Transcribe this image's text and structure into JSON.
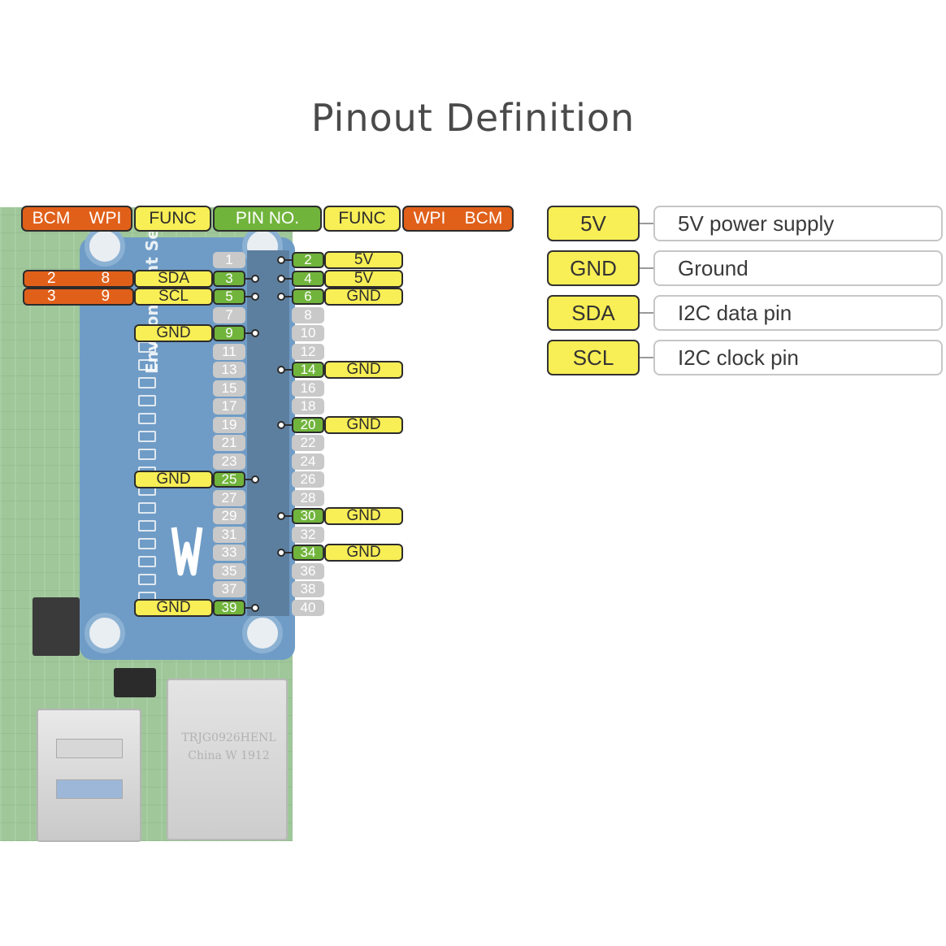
{
  "title": "Pinout Definition",
  "header": {
    "left_bcm": "BCM",
    "left_wpi": "WPI",
    "left_func": "FUNC",
    "pin_no": "PIN NO.",
    "right_func": "FUNC",
    "right_wpi": "WPI",
    "right_bcm": "BCM"
  },
  "pins": {
    "odd": [
      "1",
      "3",
      "5",
      "7",
      "9",
      "11",
      "13",
      "15",
      "17",
      "19",
      "21",
      "23",
      "25",
      "27",
      "29",
      "31",
      "33",
      "35",
      "37",
      "39"
    ],
    "even": [
      "2",
      "4",
      "6",
      "8",
      "10",
      "12",
      "14",
      "16",
      "18",
      "20",
      "22",
      "24",
      "26",
      "28",
      "30",
      "32",
      "34",
      "36",
      "38",
      "40"
    ]
  },
  "active_pins": [
    "2",
    "3",
    "4",
    "5",
    "6",
    "9",
    "14",
    "20",
    "25",
    "30",
    "34",
    "39"
  ],
  "left_labels": [
    {
      "pin": "3",
      "func": "SDA",
      "bcm": "2",
      "wpi": "8"
    },
    {
      "pin": "5",
      "func": "SCL",
      "bcm": "3",
      "wpi": "9"
    },
    {
      "pin": "9",
      "func": "GND"
    },
    {
      "pin": "25",
      "func": "GND"
    },
    {
      "pin": "39",
      "func": "GND"
    }
  ],
  "right_labels": [
    {
      "pin": "2",
      "func": "5V"
    },
    {
      "pin": "4",
      "func": "5V"
    },
    {
      "pin": "6",
      "func": "GND"
    },
    {
      "pin": "14",
      "func": "GND"
    },
    {
      "pin": "20",
      "func": "GND"
    },
    {
      "pin": "30",
      "func": "GND"
    },
    {
      "pin": "34",
      "func": "GND"
    }
  ],
  "legend": [
    {
      "key": "5V",
      "desc": "5V power supply"
    },
    {
      "key": "GND",
      "desc": "Ground"
    },
    {
      "key": "SDA",
      "desc": "I2C data pin"
    },
    {
      "key": "SCL",
      "desc": "I2C clock pin"
    }
  ],
  "board": {
    "hat_label": "Environment Sens",
    "connector_marking": "TRJG0926HENL China W 1912"
  },
  "colors": {
    "orange": "#e0601a",
    "yellow": "#f8ee55",
    "green": "#71b43c",
    "gray": "#c9c9c9"
  }
}
